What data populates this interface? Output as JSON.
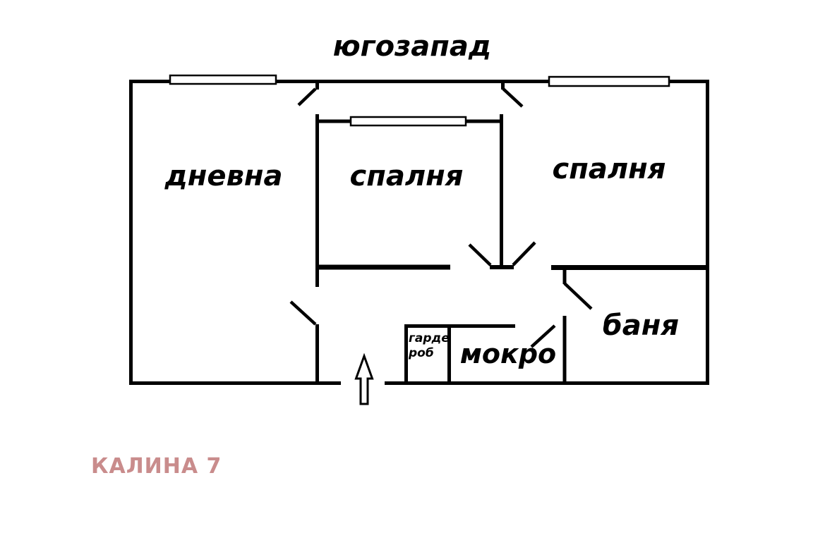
{
  "title": "югозапад",
  "rooms": {
    "living": "дневна",
    "bedroom1": "спалня",
    "bedroom2": "спалня",
    "bathroom": "баня",
    "wet_room": "мокро",
    "wardrobe_line1": "гарде",
    "wardrobe_line2": "роб"
  },
  "footer": {
    "label": "КАЛИНА 7"
  },
  "icons": {
    "entrance": "entrance-arrow-icon"
  },
  "colors": {
    "line": "#000000",
    "footer_label": "#c98c8c",
    "background": "#ffffff"
  }
}
